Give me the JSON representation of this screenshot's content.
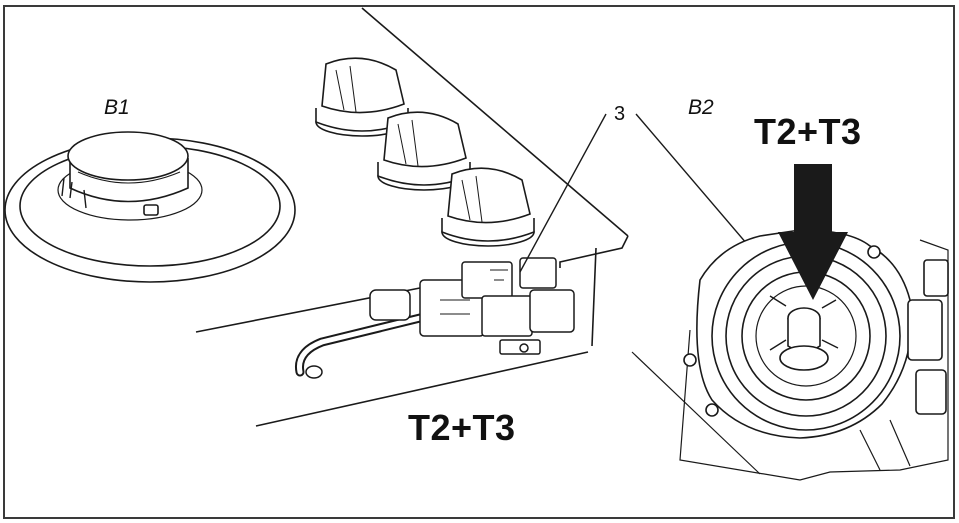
{
  "labels": {
    "burner_1": "B1",
    "burner_2": "B2",
    "callout_3": "3",
    "top_instruction": "T2+T3",
    "bottom_instruction": "T2+T3"
  },
  "colors": {
    "line": "#1a1a1a",
    "background": "#ffffff",
    "frame": "#3a3a3a"
  }
}
